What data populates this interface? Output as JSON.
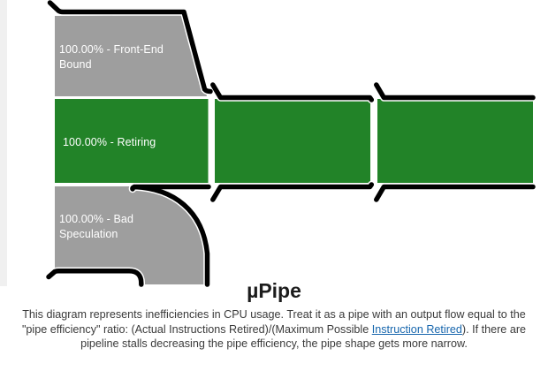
{
  "colors": {
    "retiring_green": "#228328",
    "stall_gray": "#9e9e9e",
    "outline_black": "#000000",
    "panel_strip": "#f0f0f0",
    "link_blue": "#1766ad"
  },
  "pipe": {
    "front_end_bound_label": "100.00% - Front-End Bound",
    "retiring_label": "100.00% - Retiring",
    "bad_speculation_label": "100.00% - Bad Speculation"
  },
  "title": "µPipe",
  "description": {
    "text_before_link": "This diagram represents inefficiencies in CPU usage. Treat it as a pipe with an output flow equal to the \"pipe efficiency\" ratio: (Actual Instructions Retired)/(Maximum Possible ",
    "link_text": "Instruction Retired",
    "text_after_link": "). If there are pipeline stalls decreasing the pipe efficiency, the pipe shape gets more narrow."
  }
}
